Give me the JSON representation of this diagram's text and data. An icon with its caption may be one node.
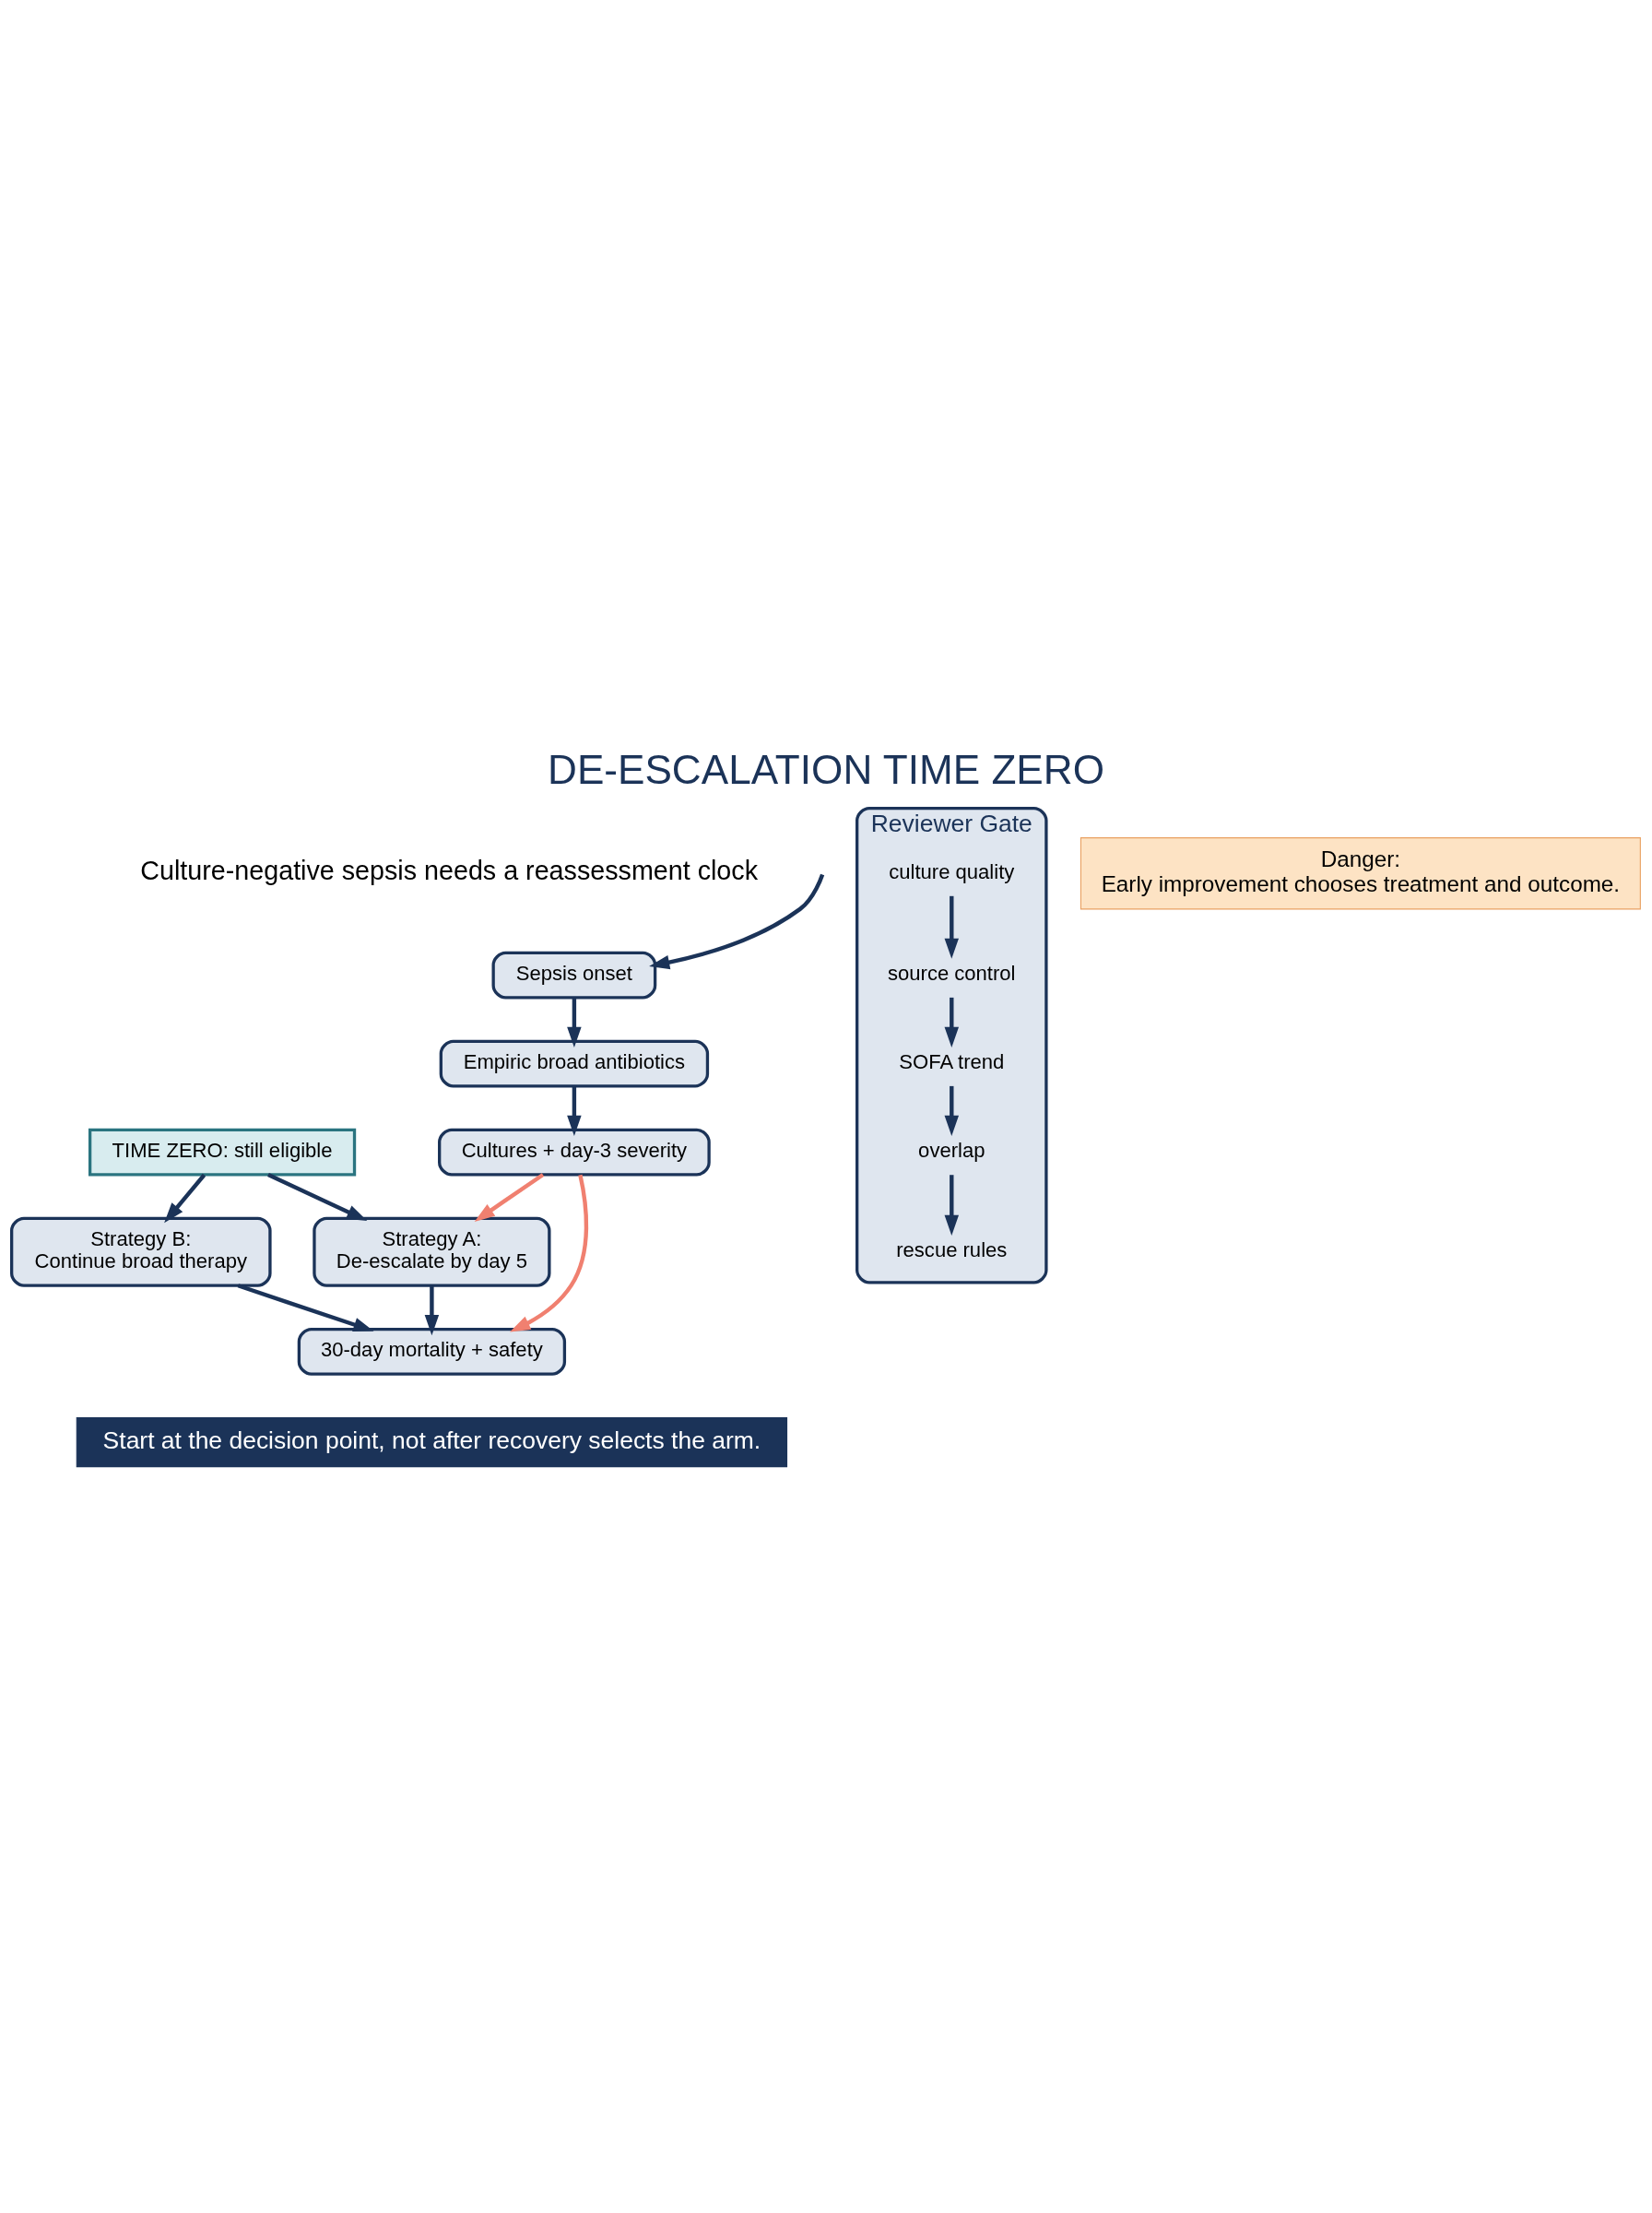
{
  "diagram": {
    "title": "DE-ESCALATION TIME ZERO",
    "caption": "Start at the decision point, not after recovery selects the arm.",
    "nodes": [
      {
        "text": [
          "Sepsis onset"
        ]
      },
      {
        "text": [
          "Empiric broad antibiotics"
        ]
      },
      {
        "text": [
          "Cultures + day-3 severity"
        ]
      },
      {
        "text": [
          "TIME ZERO: still eligible"
        ]
      },
      {
        "text": [
          "Strategy A:",
          "De-escalate by day 5"
        ]
      },
      {
        "text": [
          "Strategy B:",
          "Continue broad therapy"
        ]
      },
      {
        "text": [
          "30-day mortality + safety"
        ]
      },
      {
        "text": [
          "Reviewer Gate"
        ]
      },
      {
        "text": [
          "culture quality"
        ],
        "in": 7
      },
      {
        "text": [
          "source control"
        ],
        "in": 7
      },
      {
        "text": [
          "SOFA trend"
        ],
        "in": 7
      },
      {
        "text": [
          "overlap"
        ],
        "in": 7
      },
      {
        "text": [
          "rescue rules"
        ],
        "in": 7
      },
      {
        "text": [
          "Danger:",
          "Early improvement chooses treatment and outcome."
        ]
      }
    ],
    "edges": [
      {
        "from": null,
        "to": 0,
        "arrow": "to"
      },
      {
        "from": 0,
        "to": 1,
        "arrow": "to"
      },
      {
        "from": 1,
        "to": 2,
        "arrow": "to"
      },
      {
        "from": 3,
        "to": 4,
        "arrow": "to"
      },
      {
        "from": 3,
        "to": 5,
        "arrow": "to"
      },
      {
        "from": 4,
        "to": 6,
        "arrow": "to"
      },
      {
        "from": 5,
        "to": 6,
        "arrow": "to"
      },
      {
        "from": 2,
        "to": 4,
        "arrow": "to",
        "color": "#f08070"
      },
      {
        "from": 2,
        "to": 6,
        "arrow": "to",
        "color": "#f08070"
      },
      {
        "from": 8,
        "to": 9,
        "arrow": "to"
      },
      {
        "from": 9,
        "to": 10,
        "arrow": "to"
      },
      {
        "from": 10,
        "to": 11,
        "arrow": "to"
      },
      {
        "from": 11,
        "to": 12,
        "arrow": "to"
      }
    ],
    "labels": [
      "Culture-negative sepsis needs a reassessment clock"
    ]
  }
}
